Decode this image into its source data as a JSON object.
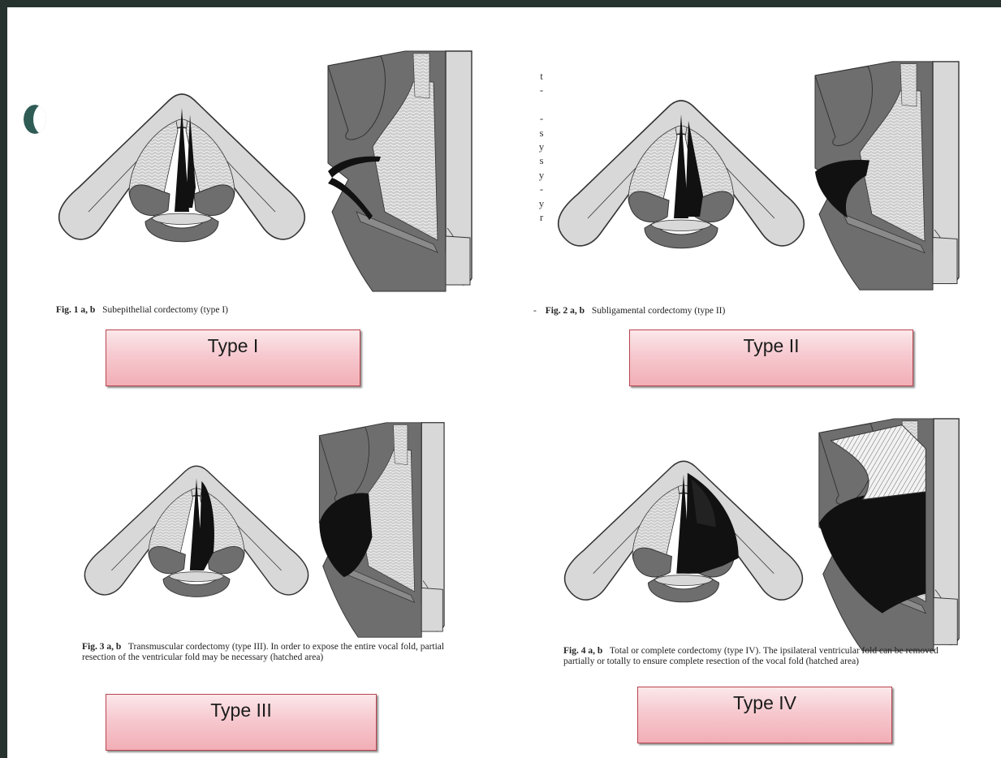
{
  "colors": {
    "frame": "#27332f",
    "accent_dot": "#2f5b55",
    "outline": "#333333",
    "cartilage": "#d8d8d8",
    "stipple": "#cccccc",
    "dark_tissue": "#6e6e6e",
    "resection": "#111111",
    "type_box_border": "#b9444f"
  },
  "margin_marks": [
    "t",
    "-",
    "",
    "-",
    "s",
    "y",
    "s",
    "y",
    "-",
    "y",
    "r"
  ],
  "figures": [
    {
      "caption_number": "Fig. 1 a, b",
      "caption_text": "Subepithelial cordectomy (type I)",
      "label": "Type I",
      "type_level": 1
    },
    {
      "caption_prefix": "-",
      "caption_number": "Fig. 2 a, b",
      "caption_text": "Subligamental cordectomy (type II)",
      "label": "Type II",
      "type_level": 2
    },
    {
      "caption_number": "Fig. 3 a, b",
      "caption_text": "Transmuscular cordectomy (type III). In order to expose the entire vocal fold, partial resection of the ventricular fold may be necessary (hatched area)",
      "label": "Type III",
      "type_level": 3
    },
    {
      "caption_number": "Fig. 4 a, b",
      "caption_text": "Total or complete cordectomy (type IV). The ipsilateral ventricular fold can be removed partially or totally to ensure complete resection of the vocal fold (hatched area)",
      "label": "Type IV",
      "type_level": 4
    }
  ]
}
